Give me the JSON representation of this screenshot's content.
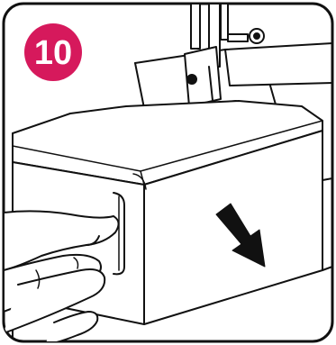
{
  "figure": {
    "step_badge": {
      "number": "10",
      "color": "#d6195c",
      "text_color": "#ffffff"
    },
    "illustration": "sewing-machine-extension-table-removal",
    "line_color": "#111111",
    "background": "#ffffff",
    "arrow_direction": "down-right"
  }
}
